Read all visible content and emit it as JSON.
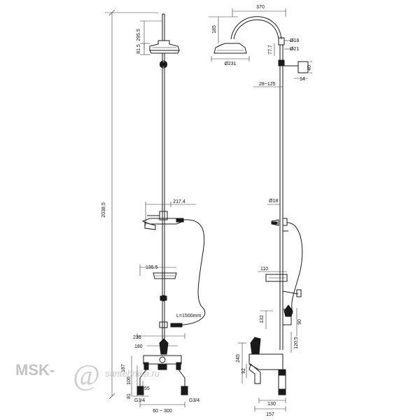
{
  "watermark": {
    "brand": "MSK-",
    "at": "@",
    "site": "santehnika.ru"
  },
  "front_view": {
    "dims": {
      "total_height": "2038.5",
      "head_height": "295.5",
      "head_depth": "81.5",
      "holder_width": "217.4",
      "hose_length": "L=1500mm",
      "soap_width": "135.5",
      "valve_width": "236",
      "valve_inner": "180",
      "valve_height": "187",
      "body_height": "106",
      "inlet_height": "55",
      "outlet_height": "81",
      "inlet_left": "G3/4",
      "inlet_right": "G3/4",
      "centers": "60 ~ 300"
    }
  },
  "side_view": {
    "dims": {
      "arm_reach": "370",
      "arm_height": "185",
      "pipe_upper_dia": "Ø18",
      "pipe_lower_dia": "Ø21",
      "connector": "77.7",
      "head_dia": "Ø231",
      "bracket_size": "40",
      "bracket_offset": "14",
      "wall_offset": "28~125",
      "riser_dia": "Ø18",
      "soap_depth": "110",
      "diverter_height": "132",
      "diverter_gap": "90",
      "lower_height": "120.5",
      "spout_height": "245",
      "spout_reach": "92",
      "base_depth": "130",
      "base_width": "157"
    }
  }
}
